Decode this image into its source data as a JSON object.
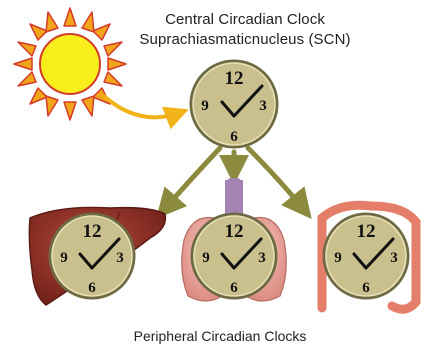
{
  "diagram": {
    "title_line1": "Central Circadian Clock",
    "title_line2": "Suprachiasmaticnucleus (SCN)",
    "footer": "Peripheral Circadian Clocks",
    "clock_numerals": [
      "12",
      "3",
      "6",
      "9"
    ]
  },
  "colors": {
    "sun_rays": "#f2a51a",
    "sun_core": "#f7ee1b",
    "sun_outline": "#d43a2a",
    "clock_face": "#c9c08e",
    "clock_rim": "#6e6a44",
    "arrow_sun": "#f2b219",
    "arrow_branch": "#8c8a3c",
    "liver": "#8a2e24",
    "lungs": "#e6a29a",
    "trachea": "#a583b5",
    "intestine": "#e57e68"
  }
}
